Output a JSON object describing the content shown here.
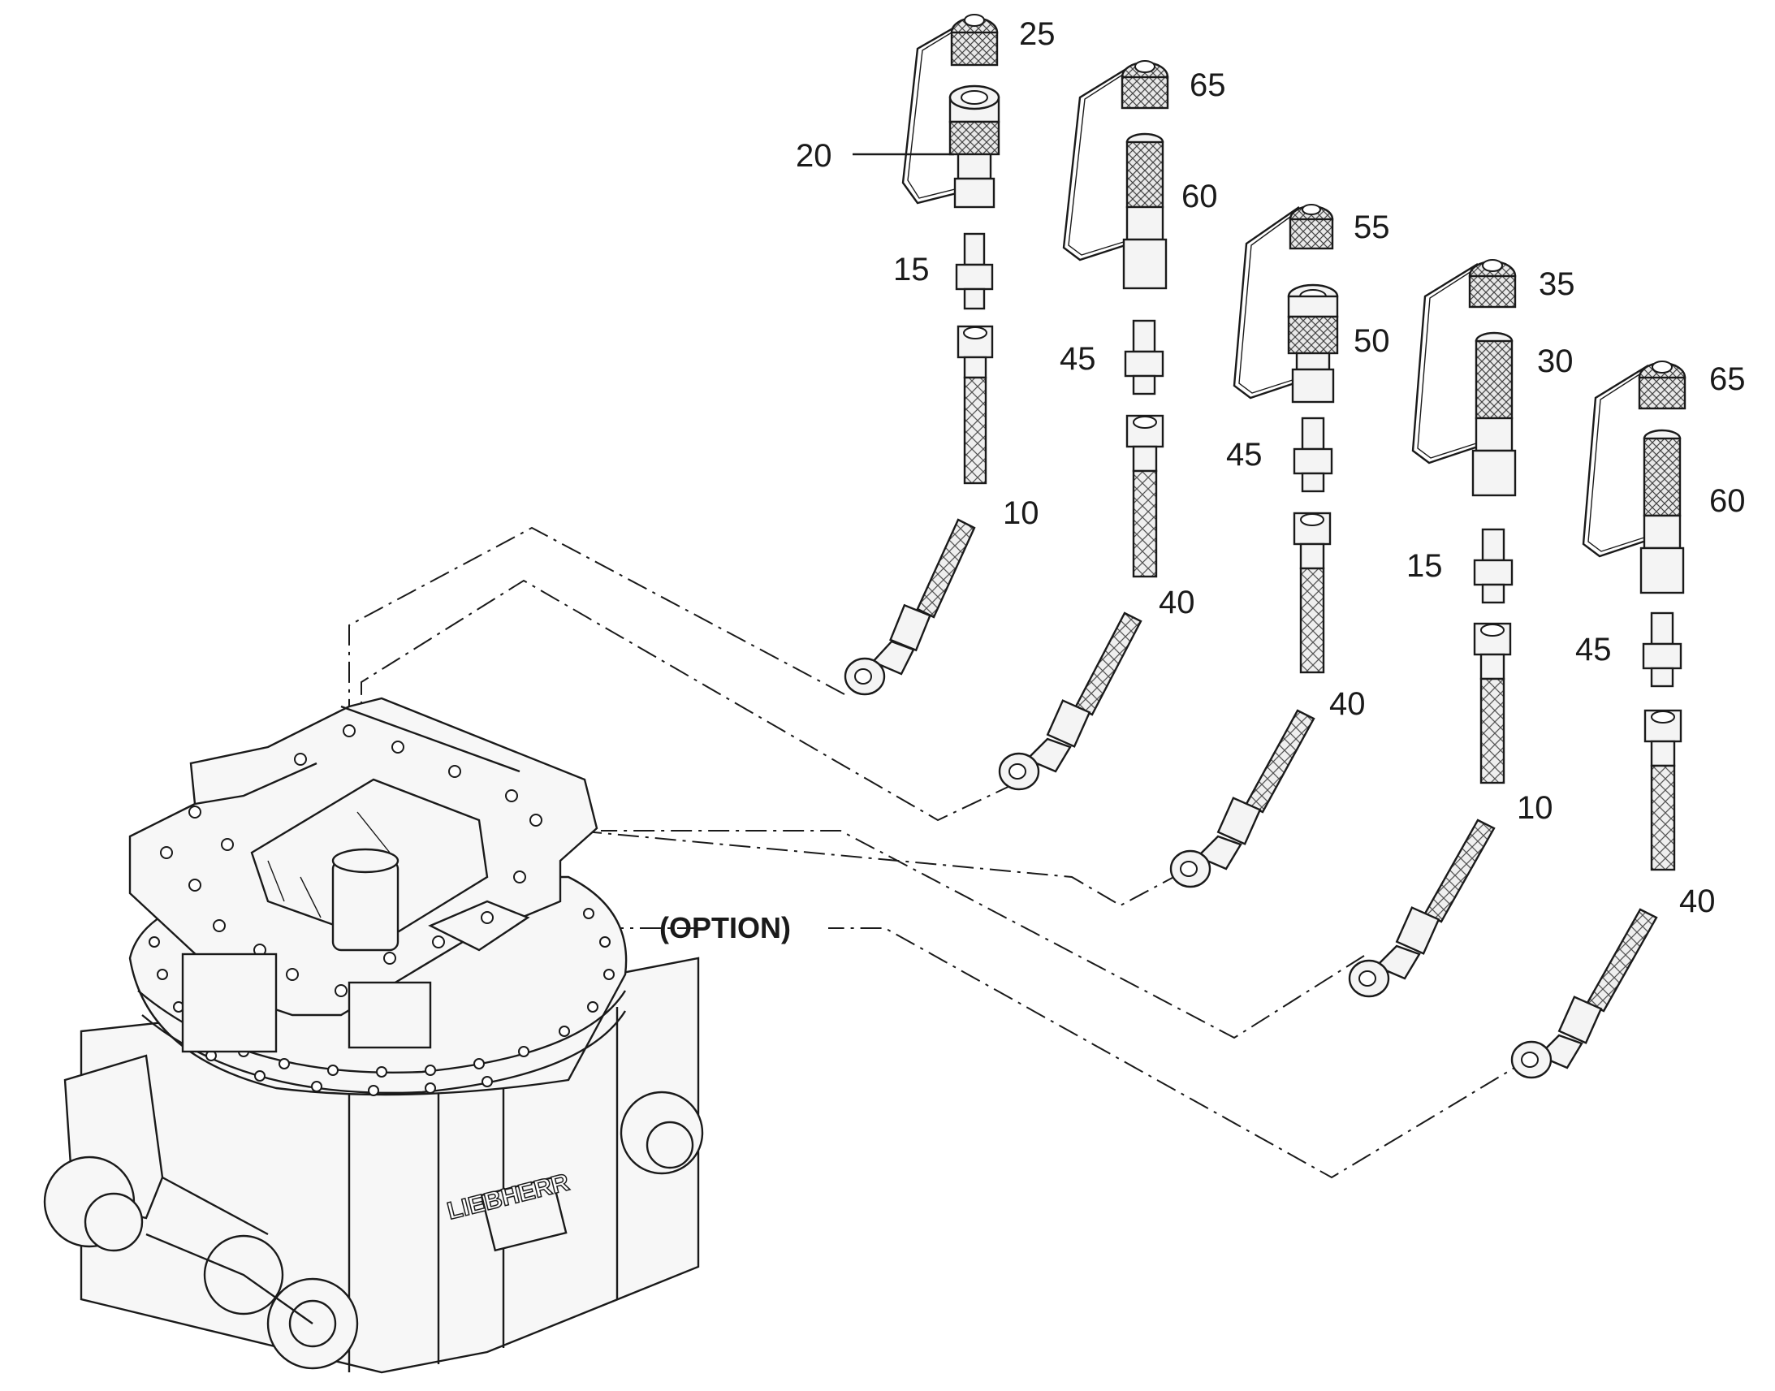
{
  "labels": {
    "top_row": [
      "25",
      "65",
      "55",
      "35",
      "65"
    ],
    "parts": {
      "p20": "20",
      "p60a": "60",
      "p15a": "15",
      "p50": "50",
      "p45a": "45",
      "p30": "30",
      "p45b": "45",
      "p60b": "60",
      "p10a": "10",
      "p15b": "15",
      "p40a": "40",
      "p45c": "45",
      "p40b": "40",
      "p10b": "10",
      "p40c": "40"
    },
    "option": "(OPTION)"
  },
  "brand_text": "LIEBHERR"
}
